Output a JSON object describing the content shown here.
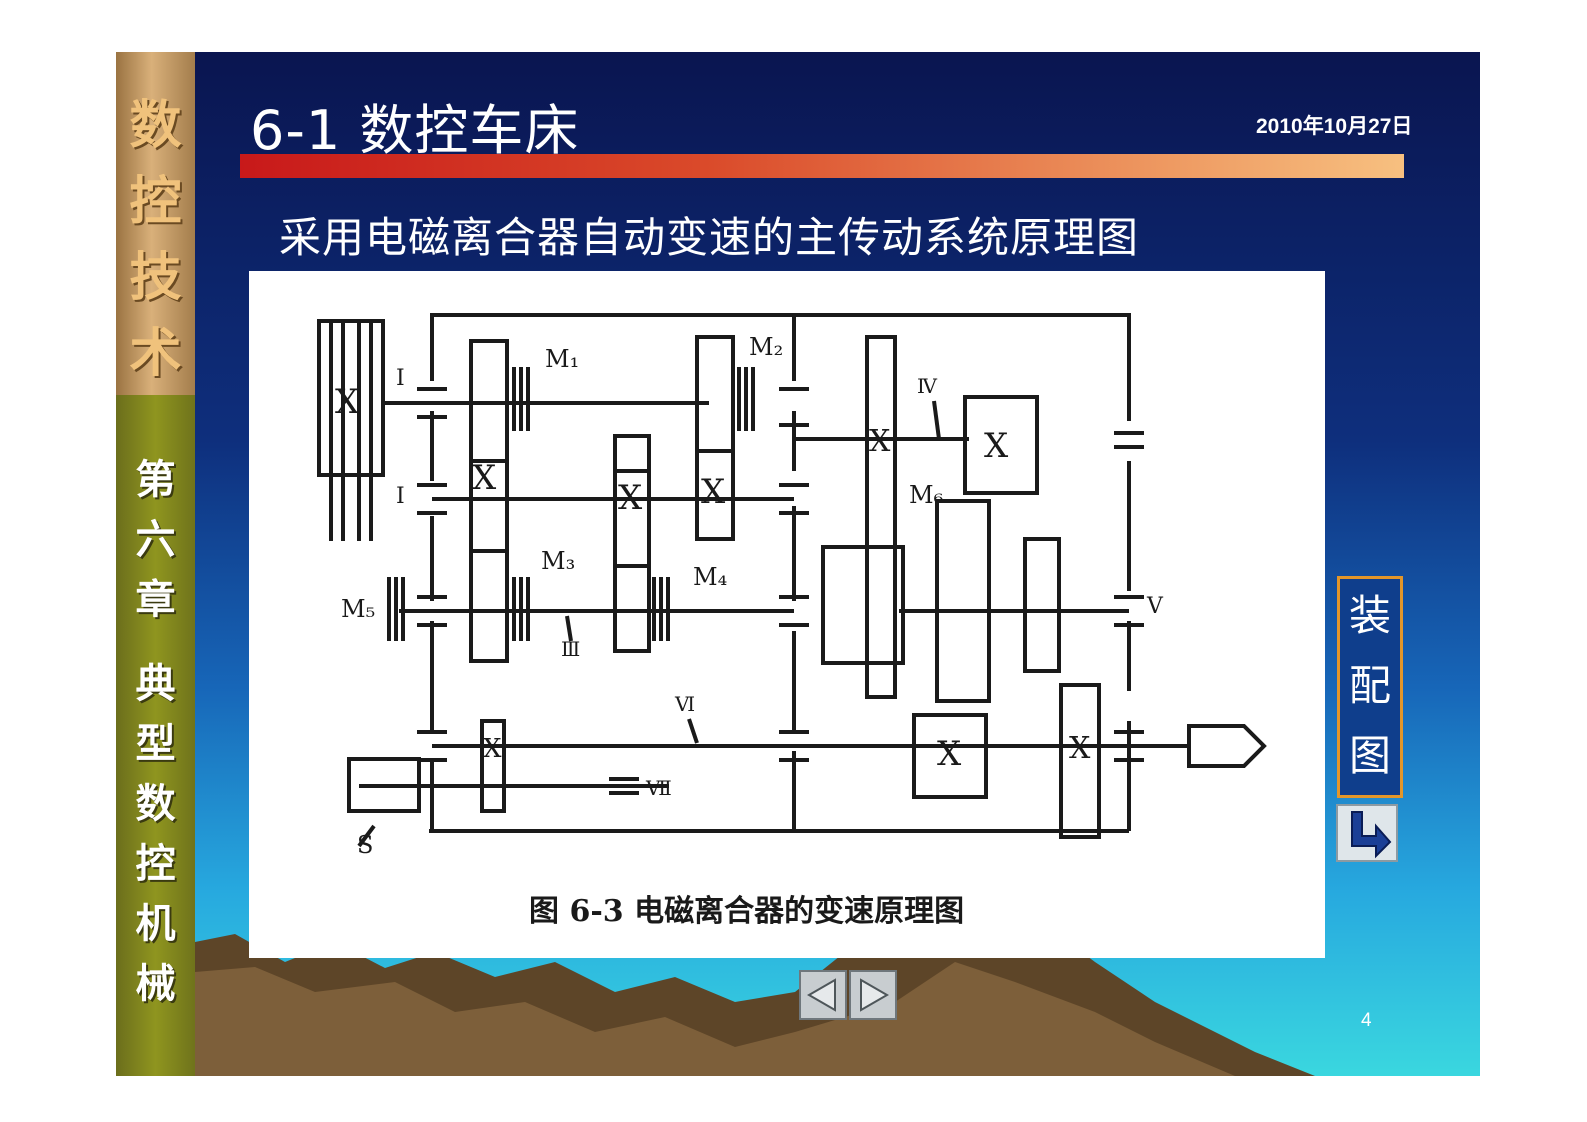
{
  "sidebar": {
    "course_title": "数控技术",
    "chapter_title": "第六章典型数控机械"
  },
  "header": {
    "title": "6-1 数控车床",
    "date": "2010年10月27日"
  },
  "slide_subtitle": "采用电磁离合器自动变速的主传动系统原理图",
  "diagram": {
    "caption": "图 6-3 电磁离合器的变速原理图",
    "labels": {
      "shaft_1": "I",
      "shaft_2": "I",
      "shaft_3": "Ⅲ",
      "shaft_4": "Ⅳ",
      "shaft_5": "V",
      "shaft_6": "Ⅵ",
      "shaft_7": "Ⅶ",
      "m1": "M₁",
      "m2": "M₂",
      "m3": "M₃",
      "m4": "M₄",
      "m5": "M₅",
      "m6": "M₆",
      "s": "S",
      "gear_mark": "X"
    }
  },
  "buttons": {
    "assembly": [
      "装",
      "配",
      "图"
    ],
    "return_icon": "return-arrow-icon",
    "prev_icon": "triangle-left-icon",
    "next_icon": "triangle-right-icon"
  },
  "footer": {
    "page_number": "4"
  },
  "colors": {
    "title_bar_start": "#c8191a",
    "title_bar_end": "#f7c080",
    "assembly_border": "#e2962a",
    "sidebar_top": "#b38a55",
    "sidebar_bottom": "#8a8f1e"
  }
}
